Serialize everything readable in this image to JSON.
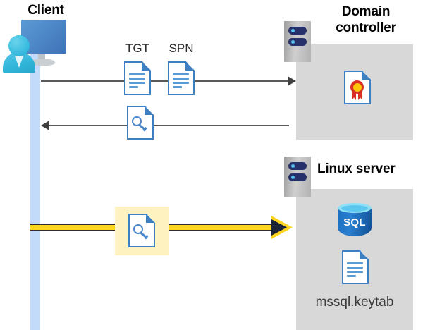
{
  "diagram": {
    "title_client": "Client",
    "title_domain_controller": "Domain\ncontroller",
    "title_domain_controller_line1": "Domain",
    "title_domain_controller_line2": "controller",
    "title_linux_server": "Linux server",
    "labels": {
      "tgt": "TGT",
      "spn": "SPN",
      "keytab_file": "mssql.keytab",
      "sql_database": "SQL"
    },
    "icons": {
      "client_workstation": "user-with-monitor-icon",
      "domain_controller_server": "server-rack-icon",
      "linux_server": "server-rack-icon",
      "tgt_document": "document-icon",
      "spn_document": "document-icon",
      "service_ticket_document": "document-with-key-icon",
      "highlighted_ticket_document": "document-with-key-icon",
      "certificate_document": "document-with-seal-icon",
      "sql_database": "sql-database-cylinder-icon",
      "keytab_document": "document-icon"
    },
    "flows": [
      {
        "id": "request-ticket",
        "direction": "client-to-domain-controller",
        "style": "thin-gray-arrow",
        "payload": [
          "TGT",
          "SPN"
        ]
      },
      {
        "id": "issue-ticket",
        "direction": "domain-controller-to-client",
        "style": "thin-gray-arrow",
        "payload": [
          "service-ticket"
        ]
      },
      {
        "id": "present-ticket",
        "direction": "client-to-linux-server",
        "style": "gold-highlighted-arrow",
        "payload": [
          "service-ticket"
        ]
      }
    ],
    "colors": {
      "lifeline": "#c3dbfb",
      "server_box": "#d8d8d8",
      "highlight": "#fdf2c0",
      "gold_arrow": "#ffd520",
      "thin_arrow": "#595959",
      "document_blue": "#3e7fc1",
      "sql_blue": "#1c6fc0",
      "seal_red": "#d93026",
      "seal_gold": "#fdc60b",
      "title_text": "#000000"
    }
  }
}
